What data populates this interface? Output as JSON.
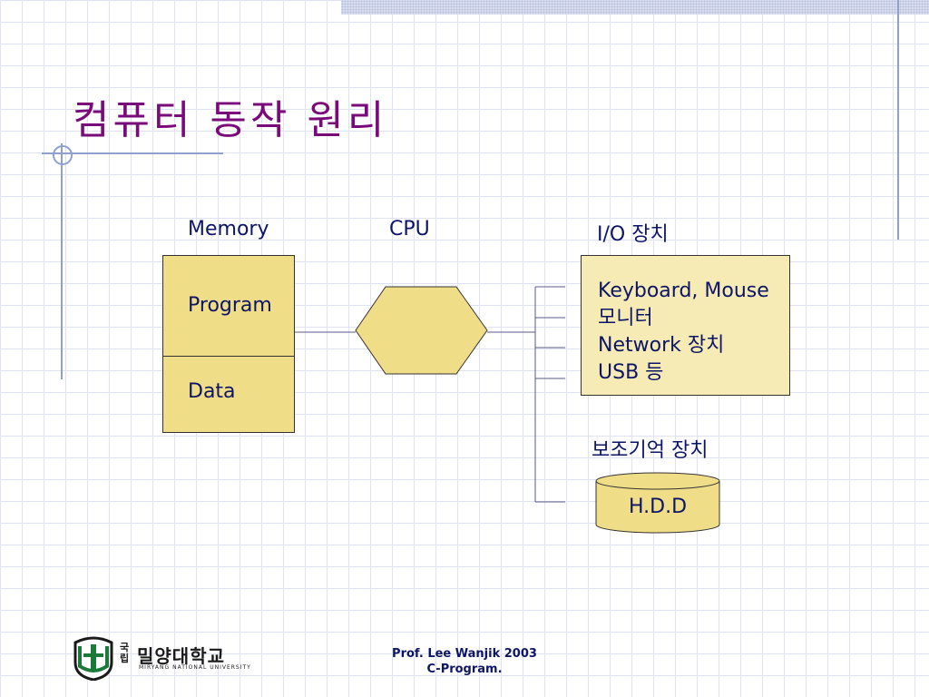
{
  "slide": {
    "title": "컴퓨터 동작 원리"
  },
  "diagram": {
    "memory": {
      "header": "Memory",
      "sections": [
        "Program",
        "Data"
      ],
      "fill": "#f0dd88"
    },
    "cpu": {
      "header": "CPU",
      "fill": "#f0dd88"
    },
    "io": {
      "header": "I/O 장치",
      "devices": [
        "Keyboard, Mouse",
        "모니터",
        "Network 장치",
        "USB 등"
      ],
      "fill": "#f6ebb4"
    },
    "storage": {
      "header": "보조기억 장치",
      "device": "H.D.D",
      "fill": "#f0dd88"
    }
  },
  "footer": {
    "author": "Prof. Lee Wanjik 2003",
    "course": "C-Program."
  },
  "logo": {
    "korean_name": "밀양대학교",
    "prefix": "국립",
    "english_name": "MIRYANG NATIONAL UNIVERSITY"
  },
  "colors": {
    "title": "#7a0a7a",
    "text": "#0d1566",
    "accent_lines": "#8fa0d0",
    "grid": "#dfe3ef"
  }
}
